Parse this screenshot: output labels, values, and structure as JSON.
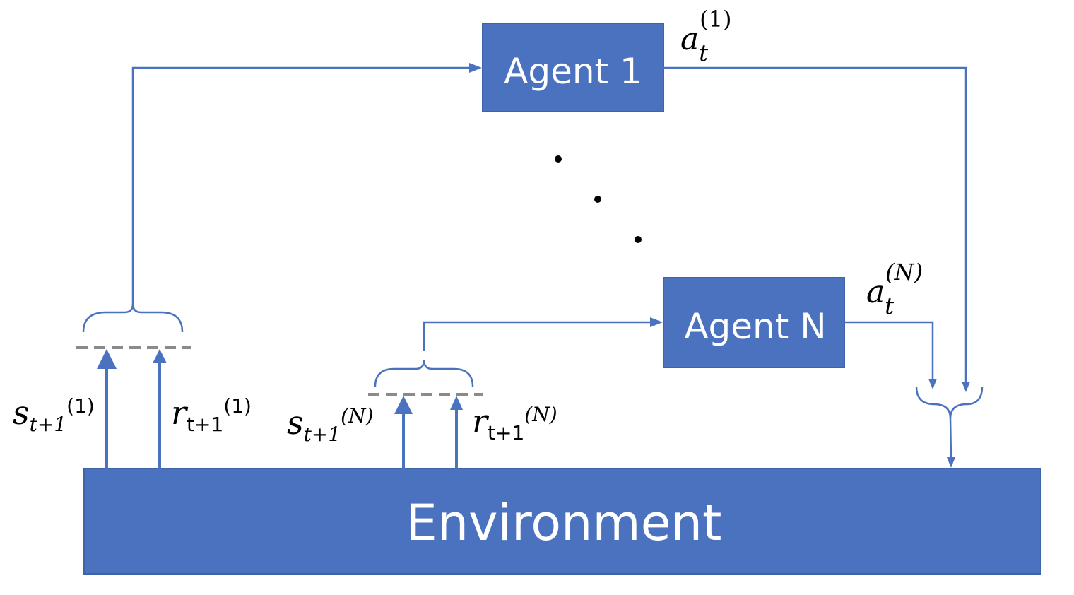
{
  "boxes": {
    "agent1": "Agent 1",
    "agentN": "Agent N",
    "environment": "Environment"
  },
  "labels": {
    "a1": {
      "base": "a",
      "sub": "t",
      "sup": "(1)"
    },
    "aN": {
      "base": "a",
      "sub": "t",
      "sup": "(N)"
    },
    "s1": {
      "base": "s",
      "sub": "t+1",
      "sup": "(1)"
    },
    "r1": {
      "base": "r",
      "sub": "t+1",
      "sup": "(1)"
    },
    "sN": {
      "base": "s",
      "sub": "t+1",
      "sup": "(N)"
    },
    "rN": {
      "base": "r",
      "sub": "t+1",
      "sup": "(N)"
    }
  },
  "colors": {
    "box_fill": "#4a72bf",
    "line": "#4a72bf",
    "dash": "#8a8a8a",
    "text_on_box": "#ffffff"
  }
}
